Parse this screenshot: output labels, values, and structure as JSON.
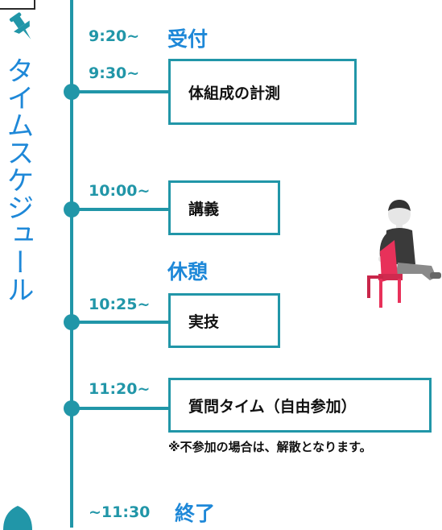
{
  "title": "タイムスケジュール",
  "icons": {
    "pin": "pushpin-icon",
    "person": "person-sitting-on-chair-illustration"
  },
  "colors": {
    "accent": "#2196a8",
    "title": "#1e88d8",
    "chair": "#e8315a"
  },
  "schedule": [
    {
      "time": "9:20~",
      "label": "受付",
      "boxed": false
    },
    {
      "time": "9:30~",
      "label": "体組成の計測",
      "boxed": true
    },
    {
      "time": "10:00~",
      "label": "講義",
      "boxed": true
    },
    {
      "time": "",
      "label": "休憩",
      "boxed": false
    },
    {
      "time": "10:25~",
      "label": "実技",
      "boxed": true
    },
    {
      "time": "11:20~",
      "label": "質問タイム（自由参加）",
      "boxed": true,
      "note": "※不参加の場合は、解散となります。"
    },
    {
      "time": "~11:30",
      "label": "終了",
      "boxed": false
    }
  ]
}
